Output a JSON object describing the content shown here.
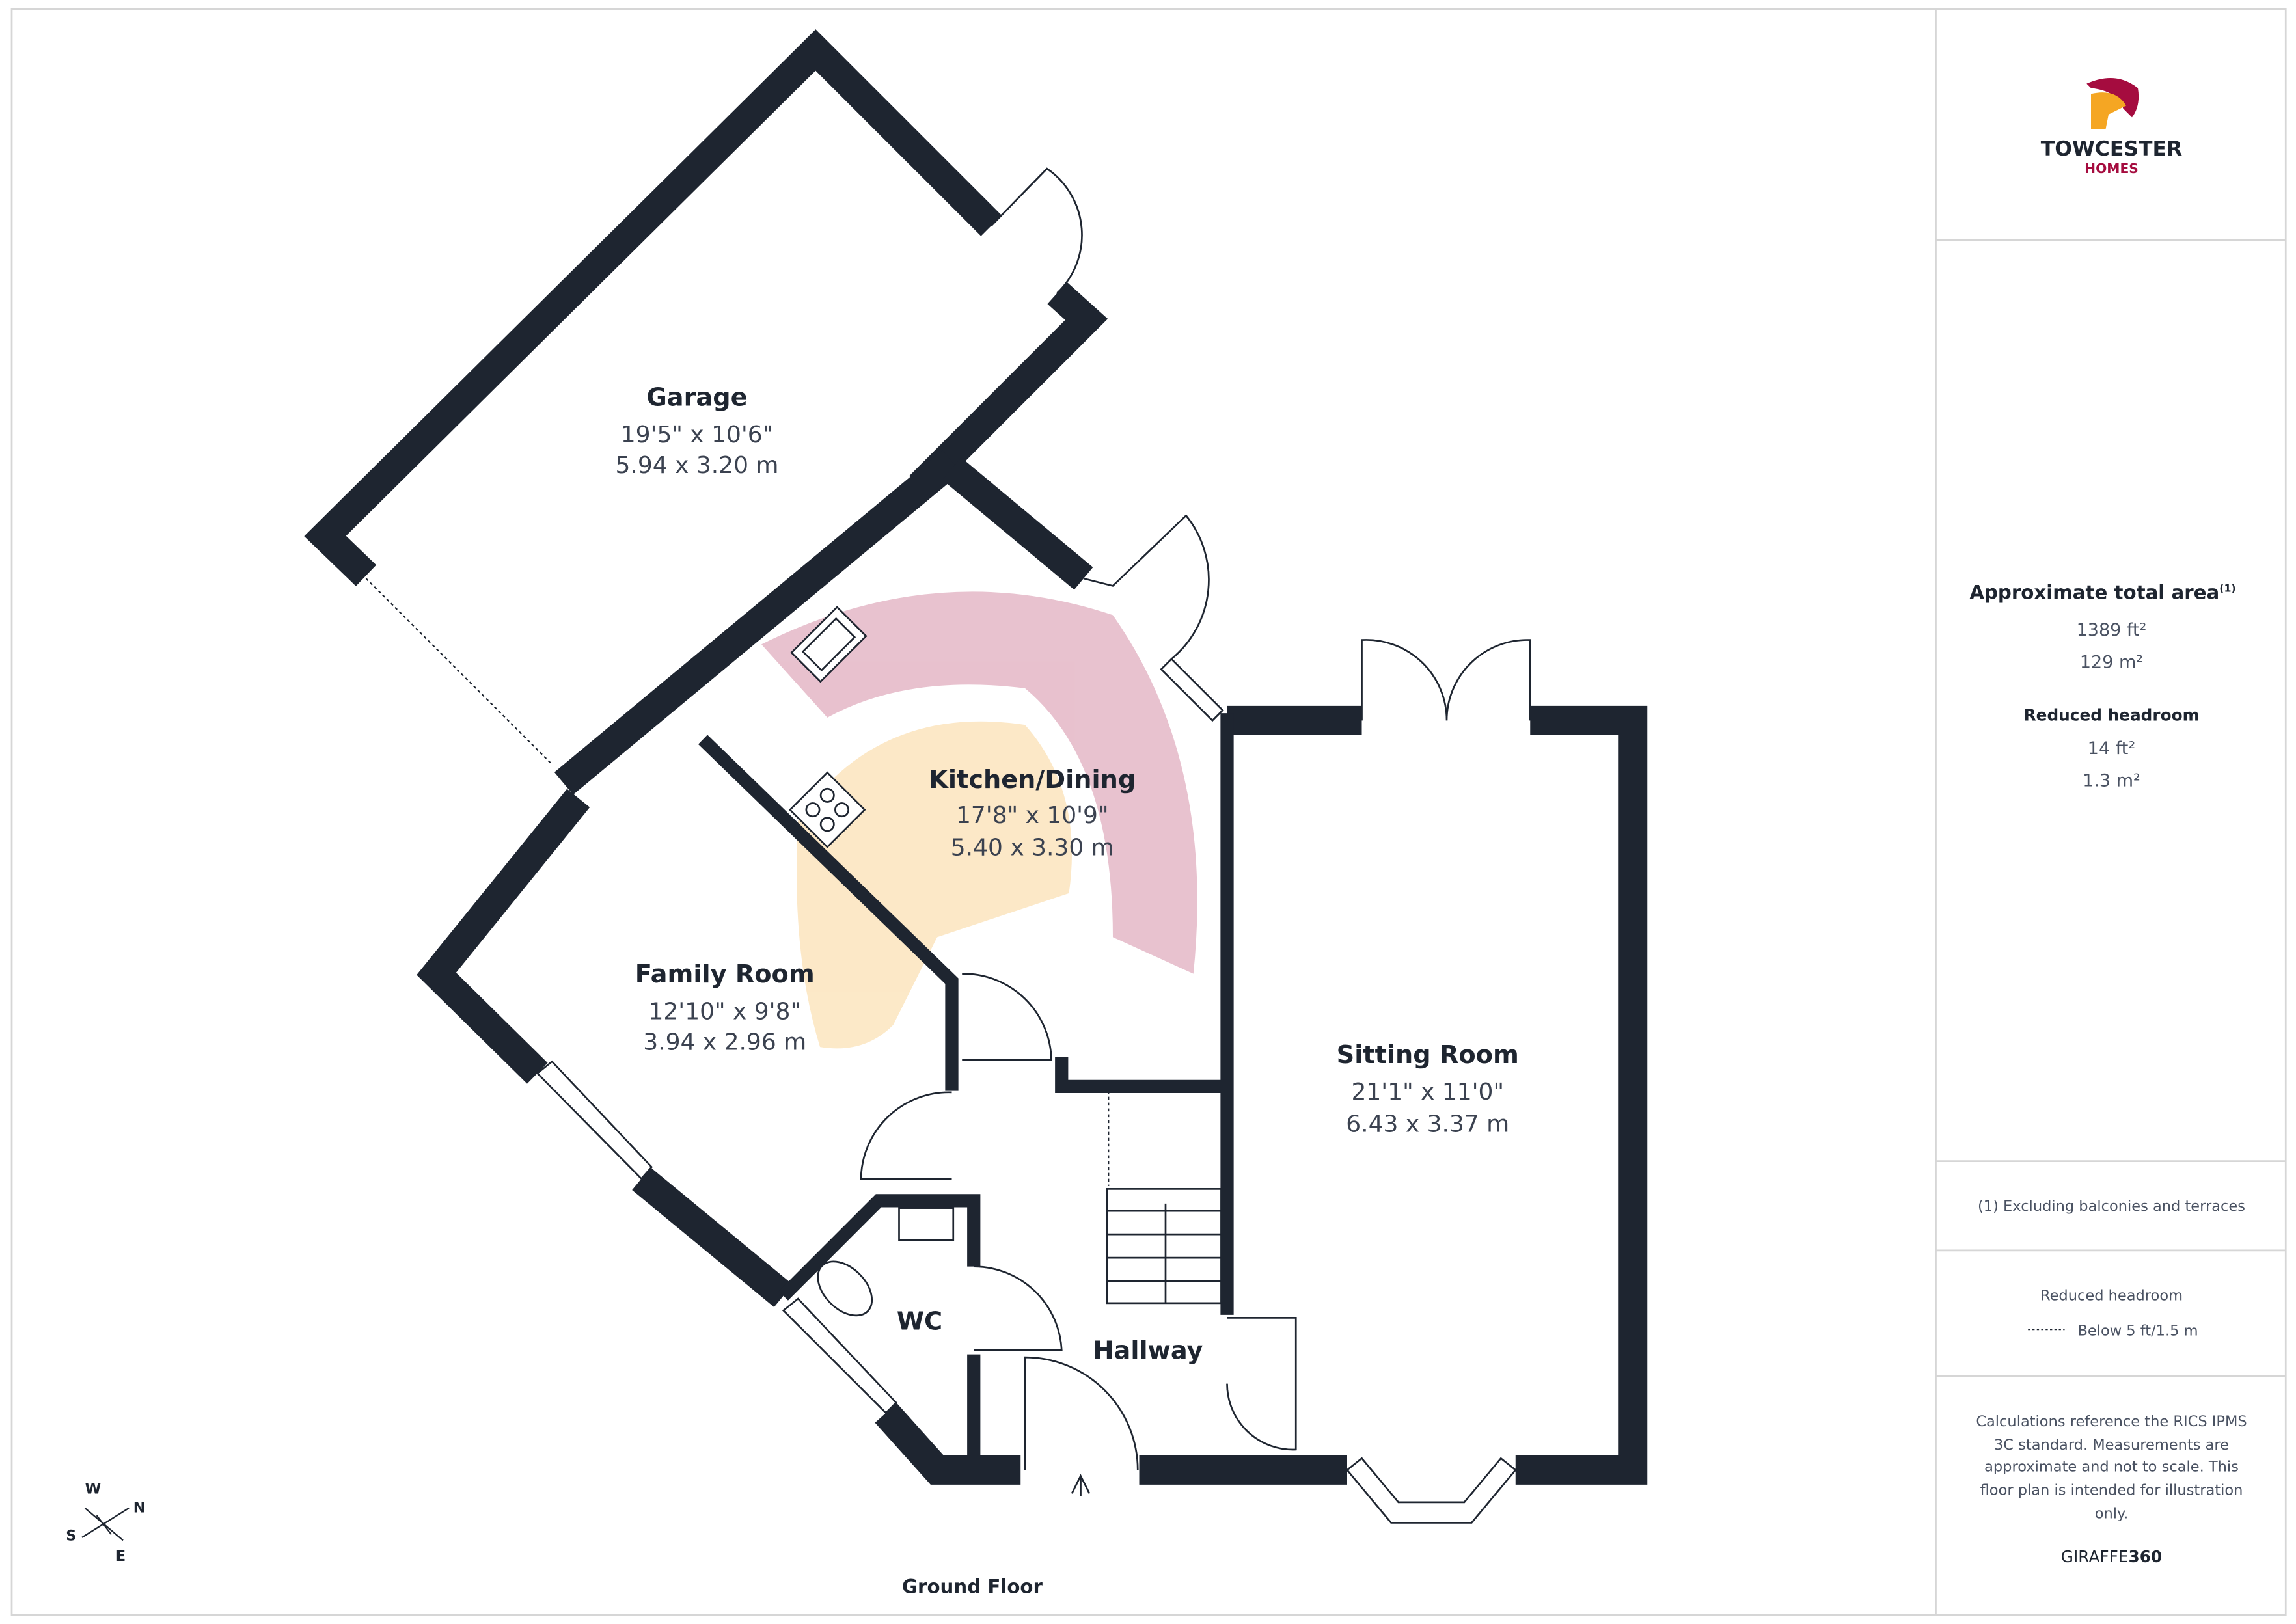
{
  "brand": {
    "name": "TOWCESTER",
    "sub": "HOMES",
    "primary": "#a50c3f",
    "accent": "#f5a623"
  },
  "rooms": {
    "garage": {
      "name": "Garage",
      "imperial": "19'5\" x 10'6\"",
      "metric": "5.94 x 3.20 m"
    },
    "kitchen": {
      "name": "Kitchen/Dining",
      "imperial": "17'8\" x 10'9\"",
      "metric": "5.40 x 3.30 m"
    },
    "family": {
      "name": "Family Room",
      "imperial": "12'10\" x 9'8\"",
      "metric": "3.94 x 2.96 m"
    },
    "sitting": {
      "name": "Sitting Room",
      "imperial": "21'1\" x 11'0\"",
      "metric": "6.43 x 3.37 m"
    },
    "wc": {
      "name": "WC"
    },
    "hallway": {
      "name": "Hallway"
    }
  },
  "floor_label": "Ground Floor",
  "compass": {
    "w": "W",
    "n": "N",
    "s": "S",
    "e": "E"
  },
  "sidebar": {
    "total_title": "Approximate total area",
    "total_sup": "(1)",
    "total_ft": "1389 ft²",
    "total_m": "129 m²",
    "reduced_title": "Reduced headroom",
    "reduced_ft": "14 ft²",
    "reduced_m": "1.3 m²",
    "footnote": "(1) Excluding balconies and terraces",
    "legend_title": "Reduced headroom",
    "legend_text": "Below 5 ft/1.5 m",
    "disclaimer_lines": [
      "Calculations reference the RICS IPMS",
      "3C standard. Measurements are",
      "approximate and not to scale. This",
      "floor plan is intended for illustration",
      "only."
    ],
    "giraffe_a": "GIRAFFE",
    "giraffe_b": "360"
  },
  "colors": {
    "wall": "#1e2530",
    "border": "#d6d6d6"
  }
}
